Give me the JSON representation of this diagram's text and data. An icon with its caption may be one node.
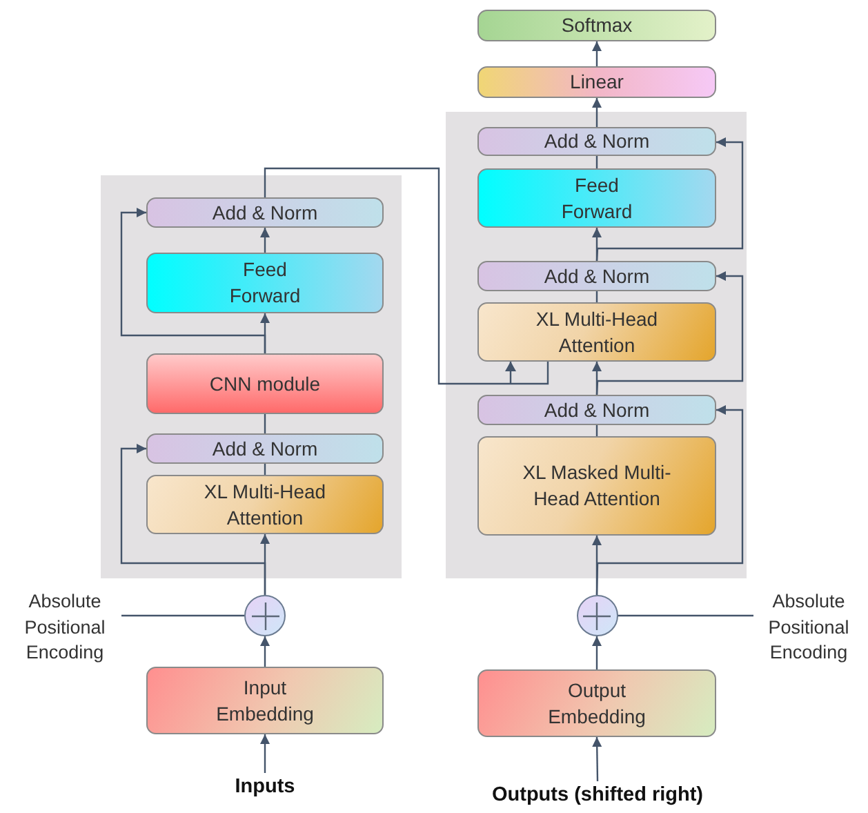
{
  "diagram": {
    "nodes": [
      {
        "text": [],
        "shape": "box"
      },
      {
        "text": [
          "Add & Norm"
        ],
        "in": 0
      },
      {
        "text": [
          "Feed Forward"
        ],
        "in": 0
      },
      {
        "text": [
          "CNN module"
        ],
        "in": 0
      },
      {
        "text": [
          "Add & Norm"
        ],
        "in": 0
      },
      {
        "text": [
          "XL Multi-Head Attention"
        ],
        "in": 0
      },
      {
        "text": [],
        "shape": "box"
      },
      {
        "text": [
          "Softmax"
        ]
      },
      {
        "text": [
          "Linear"
        ]
      },
      {
        "text": [
          "Add & Norm"
        ],
        "in": 6
      },
      {
        "text": [
          "Feed Forward"
        ],
        "in": 6
      },
      {
        "text": [
          "Add & Norm"
        ],
        "in": 6
      },
      {
        "text": [
          "XL Multi-Head Attention"
        ],
        "in": 6
      },
      {
        "text": [
          "Add & Norm"
        ],
        "in": 6
      },
      {
        "text": [
          "XL Masked Multi-Head Attention"
        ],
        "in": 6
      },
      {
        "text": [],
        "shape": "circle"
      },
      {
        "text": [],
        "shape": "circle"
      },
      {
        "text": [
          "Input Embedding"
        ]
      },
      {
        "text": [
          "Output Embedding"
        ]
      },
      {
        "text": [
          "Inputs"
        ]
      },
      {
        "text": [
          "Outputs (shifted right)"
        ]
      },
      {
        "text": [
          "Absolute Positional Encoding"
        ]
      },
      {
        "text": [
          "Absolute Positional Encoding"
        ]
      }
    ],
    "edges": [
      {
        "from": 19,
        "to": 17,
        "arrow": "to"
      },
      {
        "from": 17,
        "to": 15,
        "arrow": "to"
      },
      {
        "from": 21,
        "to": 15,
        "arrow": "none"
      },
      {
        "from": 22,
        "to": 16,
        "arrow": "none"
      },
      {
        "from": 15,
        "to": 5,
        "arrow": "to"
      },
      {
        "from": 15,
        "to": 4,
        "arrow": "to"
      },
      {
        "from": 5,
        "to": 4,
        "arrow": "none"
      },
      {
        "from": 4,
        "to": 3,
        "arrow": "none"
      },
      {
        "from": 3,
        "to": 2,
        "arrow": "to"
      },
      {
        "from": 3,
        "to": 1,
        "arrow": "to"
      },
      {
        "from": 2,
        "to": 1,
        "arrow": "to"
      },
      {
        "from": 1,
        "to": 12,
        "arrow": "to"
      },
      {
        "from": 20,
        "to": 18,
        "arrow": "to"
      },
      {
        "from": 18,
        "to": 16,
        "arrow": "to"
      },
      {
        "from": 16,
        "to": 14,
        "arrow": "to"
      },
      {
        "from": 16,
        "to": 13,
        "arrow": "to"
      },
      {
        "from": 14,
        "to": 13,
        "arrow": "none"
      },
      {
        "from": 13,
        "to": 12,
        "arrow": "to"
      },
      {
        "from": 13,
        "to": 11,
        "arrow": "to"
      },
      {
        "from": 12,
        "to": 11,
        "arrow": "none"
      },
      {
        "from": 11,
        "to": 10,
        "arrow": "to"
      },
      {
        "from": 11,
        "to": 9,
        "arrow": "to"
      },
      {
        "from": 10,
        "to": 9,
        "arrow": "none"
      },
      {
        "from": 9,
        "to": 8,
        "arrow": "to"
      },
      {
        "from": 8,
        "to": 7,
        "arrow": "to"
      }
    ]
  }
}
